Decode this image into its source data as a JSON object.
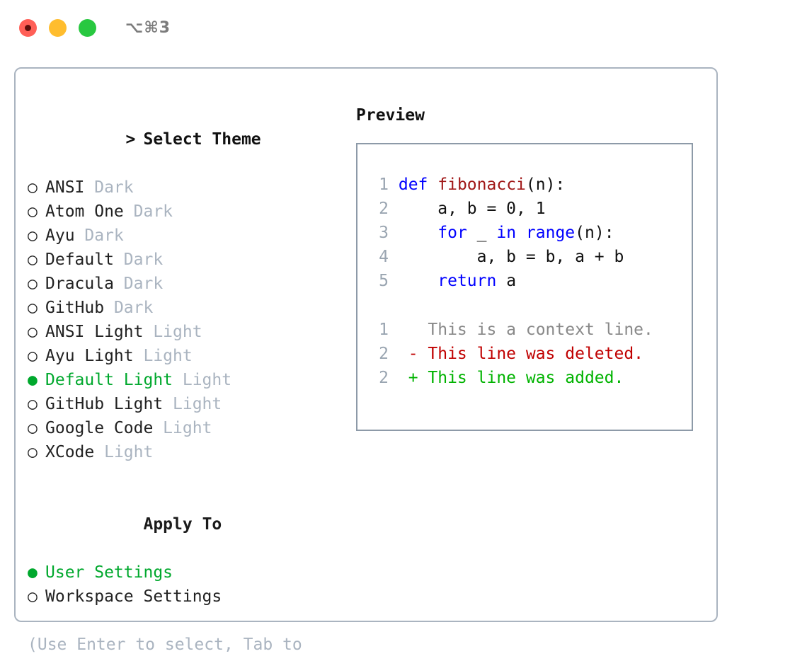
{
  "window": {
    "title": "⌥⌘3",
    "buttons": [
      {
        "name": "close",
        "color": "#ff5f57"
      },
      {
        "name": "minimize",
        "color": "#ffbd2e"
      },
      {
        "name": "maximize",
        "color": "#28c840"
      }
    ]
  },
  "colors": {
    "accent_green": "#00a82d",
    "muted": "#aab4c0",
    "panel_border": "#aab4c0",
    "preview_border": "#8d9aa8",
    "keyword_blue": "#0000ff",
    "function_red": "#a01717",
    "diff_added": "#00b300",
    "diff_deleted": "#c00000",
    "diff_context": "#888888"
  },
  "theme_picker": {
    "heading": "Select Theme",
    "heading_marker": ">",
    "marker_unselected": "○",
    "marker_selected": "●",
    "items": [
      {
        "label": "ANSI",
        "suffix": "Dark",
        "selected": false
      },
      {
        "label": "Atom One",
        "suffix": "Dark",
        "selected": false
      },
      {
        "label": "Ayu",
        "suffix": "Dark",
        "selected": false
      },
      {
        "label": "Default",
        "suffix": "Dark",
        "selected": false
      },
      {
        "label": "Dracula",
        "suffix": "Dark",
        "selected": false
      },
      {
        "label": "GitHub",
        "suffix": "Dark",
        "selected": false
      },
      {
        "label": "ANSI Light",
        "suffix": "Light",
        "selected": false
      },
      {
        "label": "Ayu Light",
        "suffix": "Light",
        "selected": false
      },
      {
        "label": "Default Light",
        "suffix": "Light",
        "selected": true
      },
      {
        "label": "GitHub Light",
        "suffix": "Light",
        "selected": false
      },
      {
        "label": "Google Code",
        "suffix": "Light",
        "selected": false
      },
      {
        "label": "XCode",
        "suffix": "Light",
        "selected": false
      }
    ]
  },
  "apply_to": {
    "heading": "Apply To",
    "items": [
      {
        "label": "User Settings",
        "selected": true
      },
      {
        "label": "Workspace Settings",
        "selected": false
      }
    ]
  },
  "hint": "(Use Enter to select, Tab to change focus)",
  "preview": {
    "title": "Preview",
    "code_lines": [
      {
        "num": "1",
        "tokens": [
          {
            "t": "def",
            "c": "k"
          },
          {
            "t": " ",
            "c": "pl"
          },
          {
            "t": "fibonacci",
            "c": "fn"
          },
          {
            "t": "(n):",
            "c": "pl"
          }
        ]
      },
      {
        "num": "2",
        "tokens": [
          {
            "t": "    a, b = 0, 1",
            "c": "pl"
          }
        ]
      },
      {
        "num": "3",
        "tokens": [
          {
            "t": "    ",
            "c": "pl"
          },
          {
            "t": "for",
            "c": "k"
          },
          {
            "t": " _ ",
            "c": "pl"
          },
          {
            "t": "in",
            "c": "k"
          },
          {
            "t": " ",
            "c": "pl"
          },
          {
            "t": "range",
            "c": "k"
          },
          {
            "t": "(n):",
            "c": "pl"
          }
        ]
      },
      {
        "num": "4",
        "tokens": [
          {
            "t": "        a, b = b, a + b",
            "c": "pl"
          }
        ]
      },
      {
        "num": "5",
        "tokens": [
          {
            "t": "    ",
            "c": "pl"
          },
          {
            "t": "return",
            "c": "k"
          },
          {
            "t": " a",
            "c": "pl"
          }
        ]
      }
    ],
    "diff_lines": [
      {
        "num": "1",
        "sign": " ",
        "text": "This is a context line.",
        "kind": "d-ctx"
      },
      {
        "num": "2",
        "sign": "-",
        "text": "This line was deleted.",
        "kind": "d-del"
      },
      {
        "num": "2",
        "sign": "+",
        "text": "This line was added.",
        "kind": "d-add"
      }
    ]
  }
}
